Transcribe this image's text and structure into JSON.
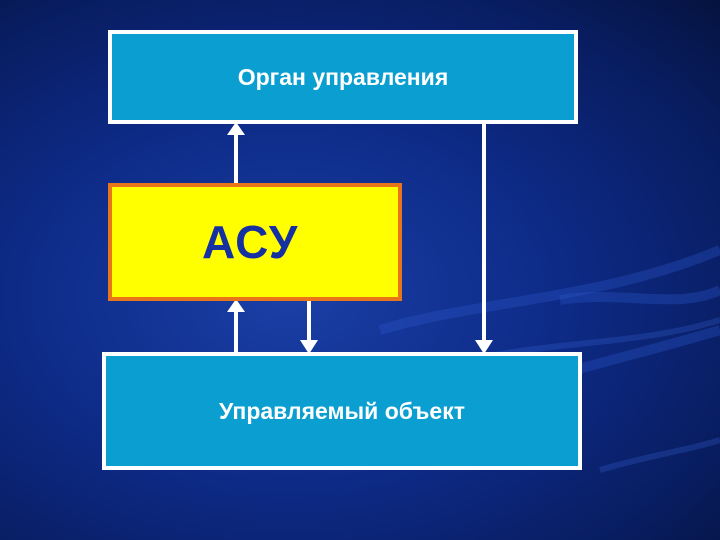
{
  "diagram": {
    "top_box": {
      "label": "Орган управления"
    },
    "middle_box": {
      "label": "АСУ"
    },
    "bottom_box": {
      "label": "Управляемый объект"
    }
  },
  "colors": {
    "background": "#0d2a86",
    "box_fill": "#0a9fd0",
    "box_border": "#ffffff",
    "asu_fill": "#ffff00",
    "asu_border": "#e8751a",
    "asu_text": "#1530a0",
    "arrow": "#ffffff"
  },
  "connections": [
    {
      "from": "middle_box",
      "to": "top_box"
    },
    {
      "from": "top_box",
      "to": "bottom_box"
    },
    {
      "from": "middle_box",
      "to": "bottom_box"
    },
    {
      "from": "bottom_box",
      "to": "middle_box"
    }
  ]
}
